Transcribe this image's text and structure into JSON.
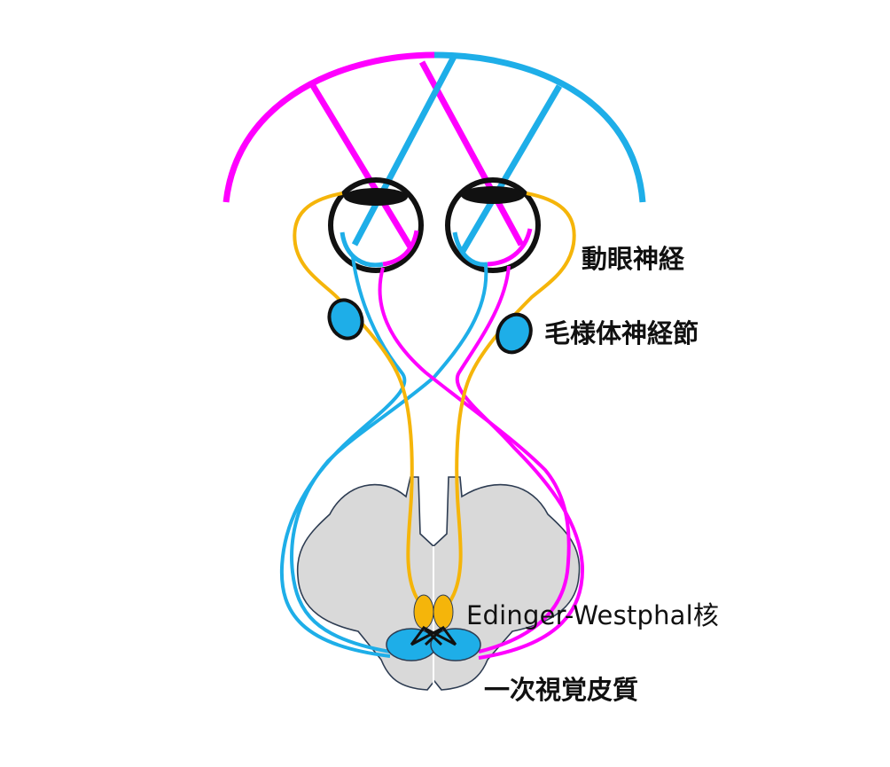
{
  "labels": {
    "oculomotor_nerve": "動眼神経",
    "ciliary_ganglion": "毛様体神経節",
    "edinger_westphal_nucleus": "Edinger-Westphal核",
    "primary_visual_cortex": "一次視覚皮質"
  },
  "colors": {
    "left_visual_field": "#ff00ff",
    "right_visual_field": "#1eaee8",
    "parasympathetic_pathway": "#f5b50a",
    "nucleus_fill": "#1eaee8",
    "brainstem_fill": "#d9d9d9",
    "outline": "#111111"
  }
}
